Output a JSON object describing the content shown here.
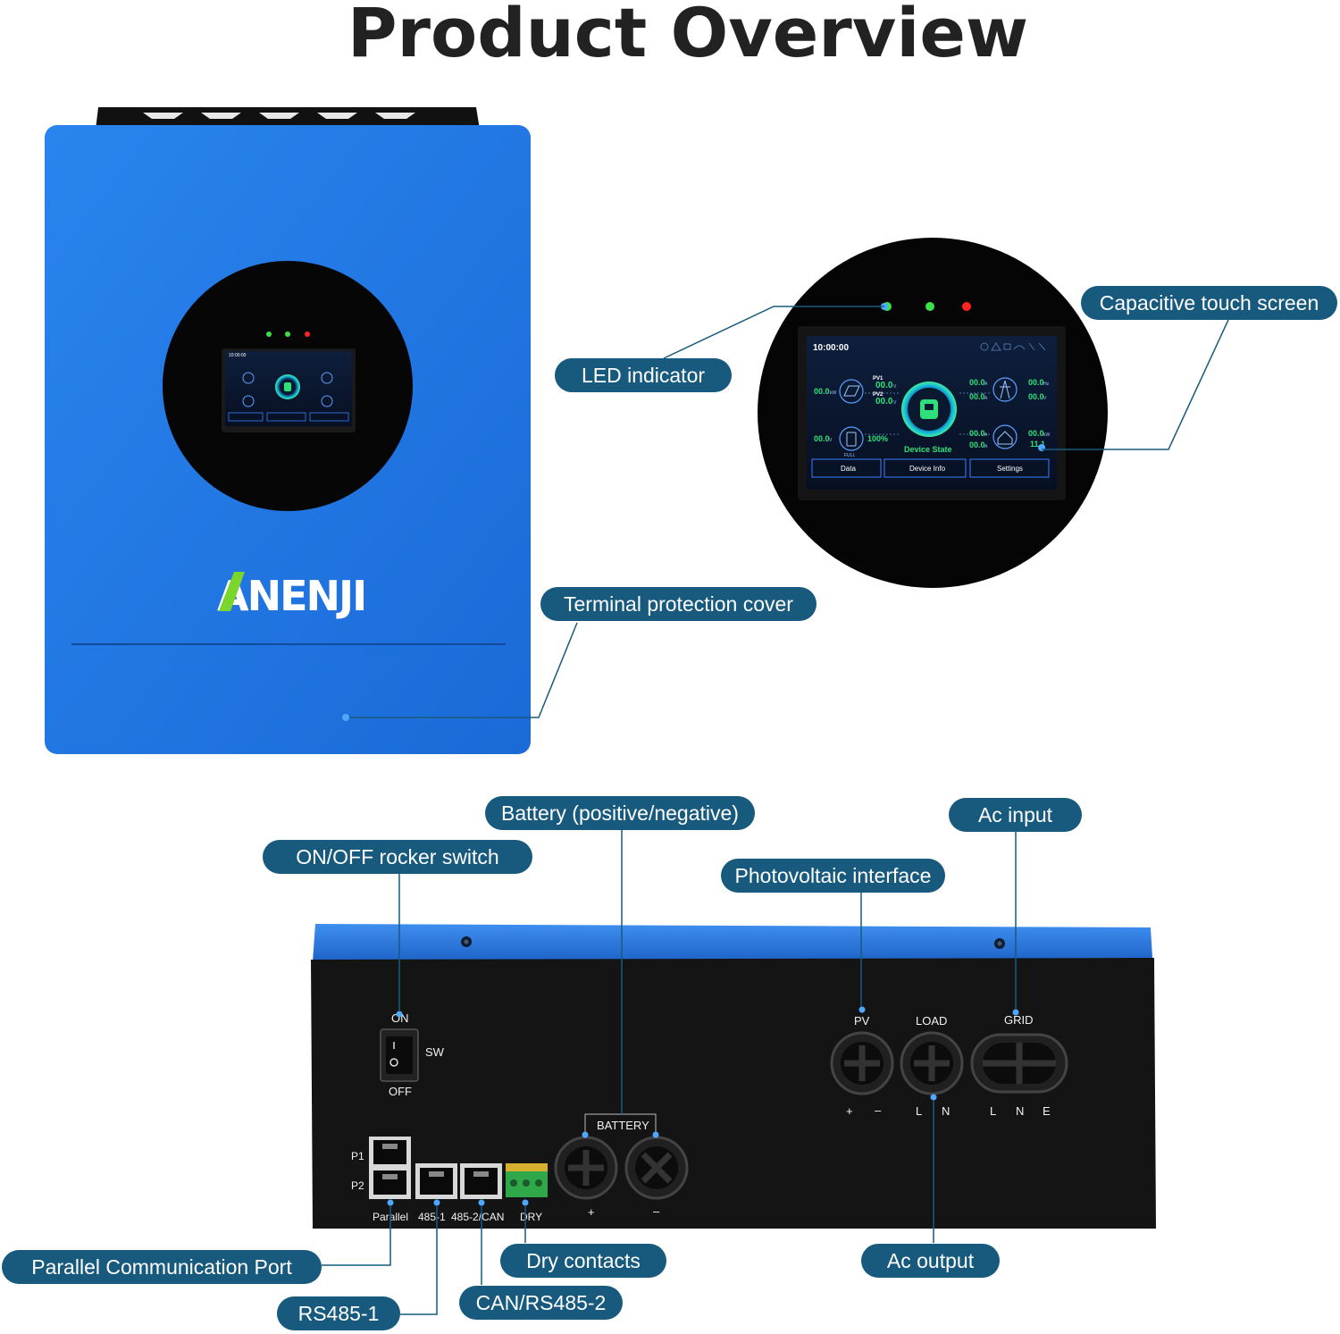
{
  "page": {
    "title": "Product Overview"
  },
  "brand": {
    "logo_text": "ANENJI"
  },
  "callouts": {
    "led_indicator": "LED indicator",
    "capacitive_touch_screen": "Capacitive touch screen",
    "terminal_protection_cover": "Terminal protection cover",
    "battery": "Battery (positive/negative)",
    "ac_input": "Ac input",
    "on_off_switch": "ON/OFF rocker switch",
    "photovoltaic_interface": "Photovoltaic interface",
    "parallel_port": "Parallel Communication Port",
    "dry_contacts": "Dry contacts",
    "ac_output": "Ac output",
    "rs485_1": "RS485-1",
    "can_rs485_2": "CAN/RS485-2"
  },
  "screen": {
    "time": "10:00:00",
    "pv1": "PV1",
    "pv2": "PV2",
    "pv_power": "00.0",
    "pv_power_unit": "kW",
    "pv1_value": "00.0",
    "pv2_value": "00.0",
    "volt_unit": "V",
    "amp_unit": "A",
    "hz_unit": "Hz",
    "grid_current": "00.0",
    "grid_current2": "00.0",
    "grid_freq": "00.0",
    "grid_volt": "00.0",
    "battery_voltage": "00.0",
    "battery_percent": "100%",
    "battery_full": "FULL",
    "load_current": "00.0",
    "load_current2": "00.0",
    "load_power": "00.0",
    "load_power_unit": "kW",
    "load_extra": "11.1",
    "device_state": "Device State",
    "tabs": [
      "Data",
      "Device Info",
      "Settings"
    ]
  },
  "bottom_panel": {
    "switch_on": "ON",
    "switch_off": "OFF",
    "switch_sw": "SW",
    "p1": "P1",
    "p2": "P2",
    "port_labels": [
      "Parallel",
      "485-1",
      "485-2/CAN",
      "DRY"
    ],
    "battery": "BATTERY",
    "plus": "+",
    "minus": "–",
    "pv": "PV",
    "load": "LOAD",
    "grid": "GRID",
    "pv_pol": [
      "+",
      "–"
    ],
    "load_pol": [
      "L",
      "N"
    ],
    "grid_pol": [
      "L",
      "N",
      "E"
    ]
  },
  "colors": {
    "inverter_blue": "#1f77e6",
    "callout_teal": "#185a7e",
    "led_green": "#3ee04a",
    "led_red": "#ff2424",
    "screen_accent": "#2fe07a"
  }
}
